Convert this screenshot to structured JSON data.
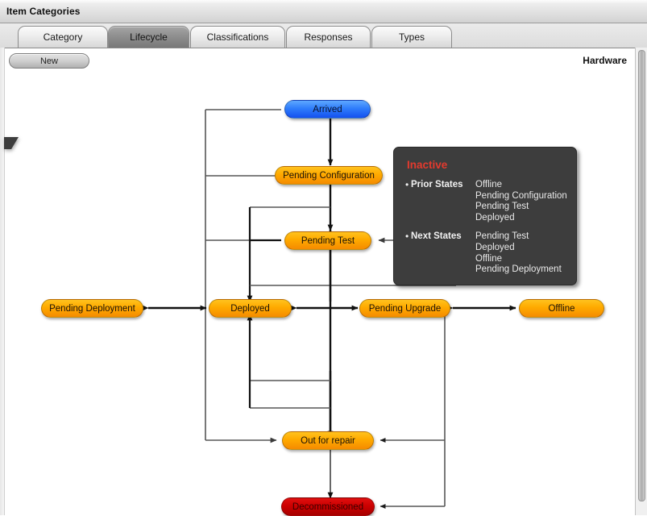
{
  "window": {
    "title": "Item Categories"
  },
  "tabs": [
    {
      "label": "Category",
      "active": false
    },
    {
      "label": "Lifecycle",
      "active": true
    },
    {
      "label": "Classifications",
      "active": false
    },
    {
      "label": "Responses",
      "active": false
    },
    {
      "label": "Types",
      "active": false
    }
  ],
  "toolbar": {
    "new_label": "New",
    "context_label": "Hardware"
  },
  "diagram": {
    "nodes": [
      {
        "id": "arrived",
        "label": "Arrived",
        "color": "blue"
      },
      {
        "id": "pending-configuration",
        "label": "Pending Configuration",
        "color": "orange"
      },
      {
        "id": "pending-test",
        "label": "Pending Test",
        "color": "orange"
      },
      {
        "id": "pending-deployment",
        "label": "Pending Deployment",
        "color": "orange"
      },
      {
        "id": "deployed",
        "label": "Deployed",
        "color": "orange"
      },
      {
        "id": "pending-upgrade",
        "label": "Pending Upgrade",
        "color": "orange"
      },
      {
        "id": "offline",
        "label": "Offline",
        "color": "orange"
      },
      {
        "id": "out-for-repair",
        "label": "Out for repair",
        "color": "orange"
      },
      {
        "id": "decommissioned",
        "label": "Decommissioned",
        "color": "red"
      }
    ],
    "colors": {
      "node_orange": "#ffab00",
      "node_blue": "#2f7dfb",
      "node_red": "#cc0000",
      "wire": "#565656",
      "wire_dark": "#111111",
      "tooltip_bg": "#3d3d3d",
      "tooltip_title": "#e33a2e"
    }
  },
  "tooltip": {
    "title": "Inactive",
    "rows": [
      {
        "key": "Prior States",
        "values": [
          "Offline",
          "Pending Configuration",
          "Pending Test",
          "Deployed"
        ]
      },
      {
        "key": "Next States",
        "values": [
          "Pending Test",
          "Deployed",
          "Offline",
          "Pending Deployment"
        ]
      }
    ]
  }
}
